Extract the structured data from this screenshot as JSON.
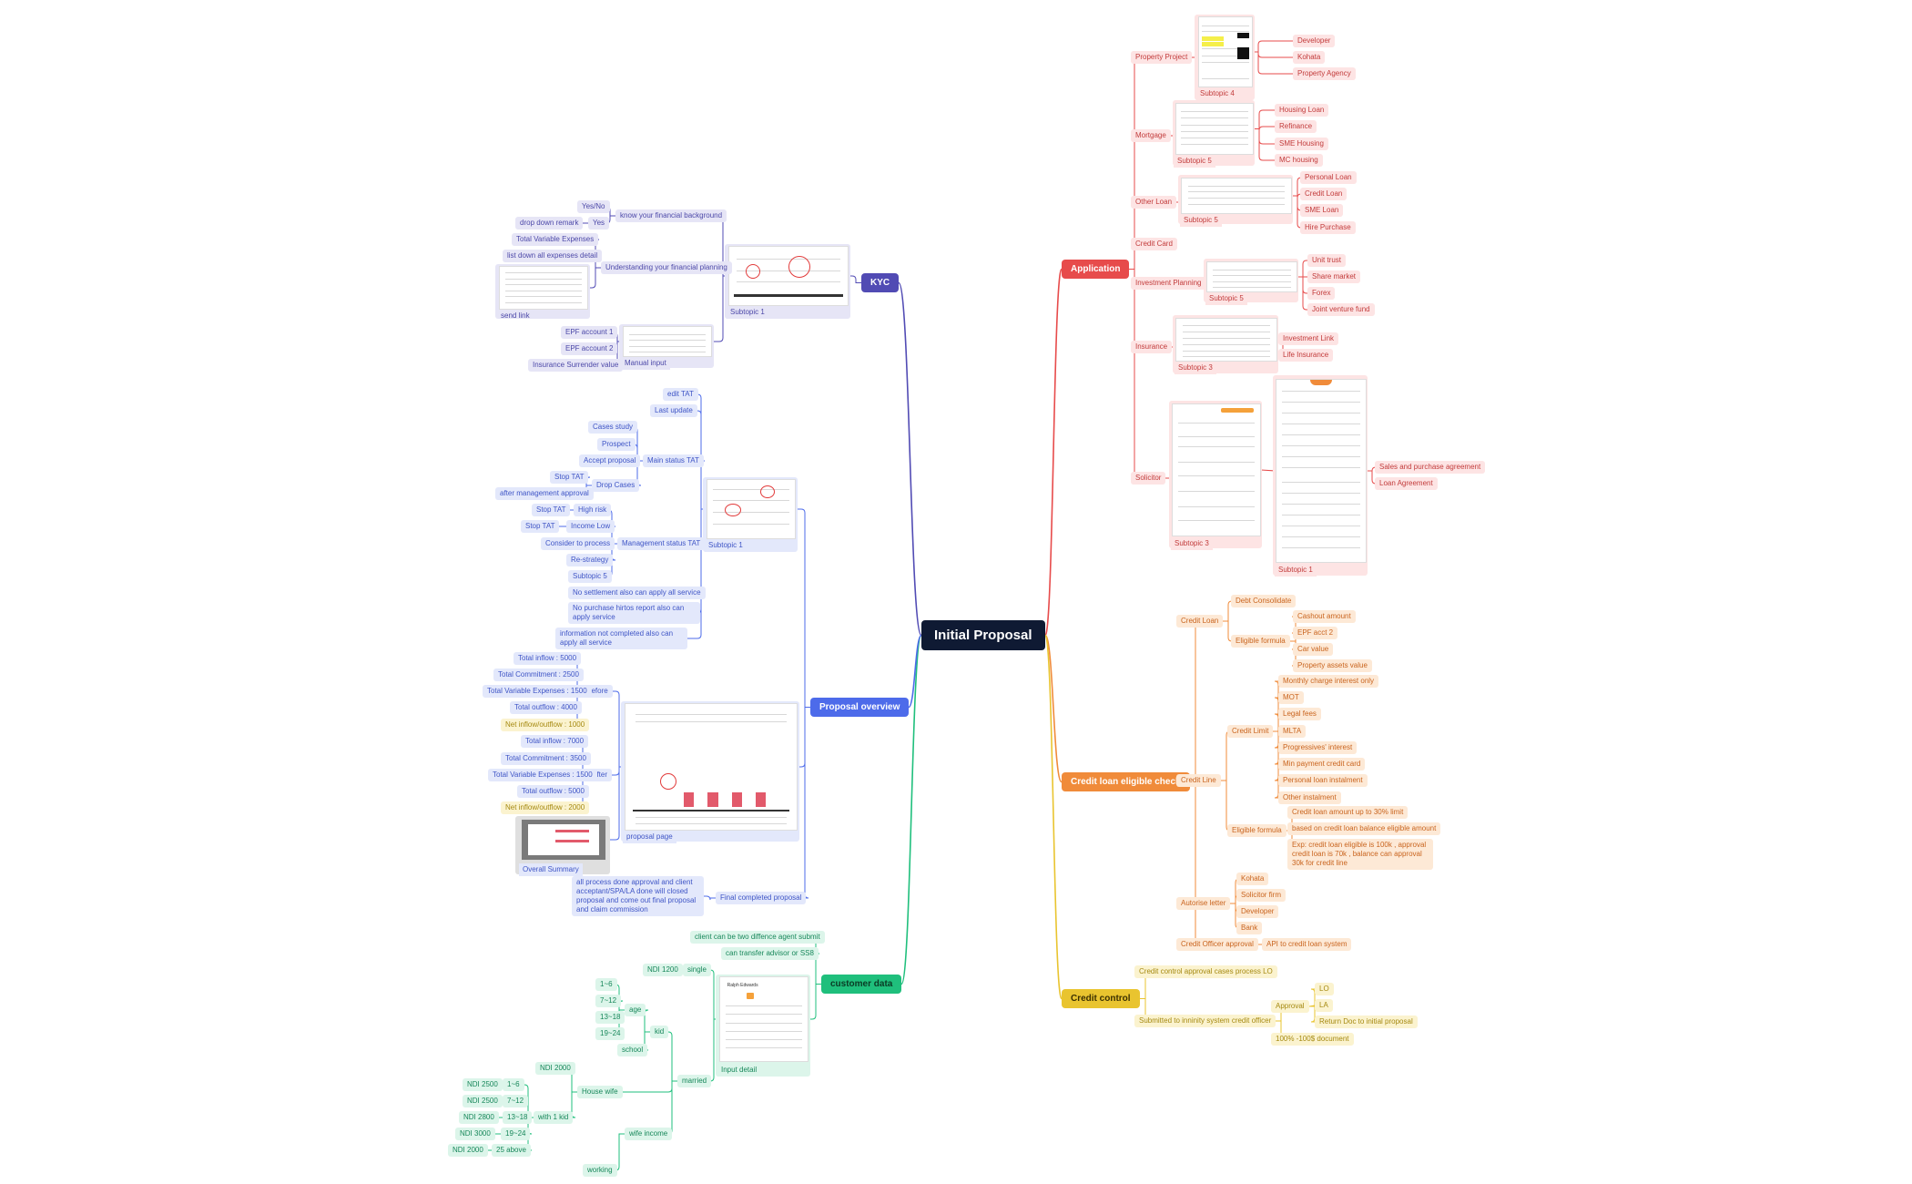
{
  "root": {
    "label": "Initial Proposal"
  },
  "colors": {
    "red": "#e74b4b",
    "orange": "#f08b3a",
    "yellow": "#e9c42f",
    "green": "#1fbf7c",
    "blue": "#4d6bea",
    "purple": "#514bb4",
    "root": "#0f1a33"
  },
  "application": {
    "label": "Application",
    "property_project": {
      "label": "Property Project",
      "caption": "Subtopic 4",
      "items": [
        "Developer",
        "Kohata",
        "Property Agency"
      ]
    },
    "mortgage": {
      "label": "Mortgage",
      "caption": "Subtopic 5",
      "items": [
        "Housing Loan",
        "Refinance",
        "SME Housing",
        "MC housing"
      ]
    },
    "other_loan": {
      "label": "Other Loan",
      "caption": "Subtopic 5",
      "items": [
        "Personal Loan",
        "Credit Loan",
        "SME Loan",
        "Hire Purchase"
      ]
    },
    "credit_card": {
      "label": "Credit Card"
    },
    "investment_planning": {
      "label": "Investment Planning",
      "caption": "Subtopic 5",
      "items": [
        "Unit trust",
        "Share market",
        "Forex",
        "Joint venture fund"
      ]
    },
    "insurance": {
      "label": "Insurance",
      "caption": "Subtopic 3",
      "items": [
        "Investment Link",
        "Life Insurance"
      ]
    },
    "solicitor": {
      "label": "Solicitor",
      "caption_left": "Subtopic 3",
      "caption_right": "Subtopic 1",
      "items": [
        "Sales and purchase agreement",
        "Loan Agreement"
      ]
    }
  },
  "credit_loan_check": {
    "label": "Credit loan eligible check",
    "credit_loan": {
      "label": "Credit Loan",
      "debt": "Debt Consolidate",
      "formula": "Eligible formula",
      "formula_items": [
        "Cashout amount",
        "EPF acct 2",
        "Car value",
        "Property assets value"
      ]
    },
    "credit_line": {
      "label": "Credit Line",
      "limit": "Credit Limit",
      "limit_items": [
        "Monthly charge interest only",
        "MOT",
        "Legal fees",
        "MLTA",
        "Progressives' interest",
        "Min payment credit card",
        "Personal loan instalment",
        "Other instalment"
      ],
      "formula": "Eligible formula",
      "formula_items": [
        "Credit loan amount up to 30% limit",
        "based on credit loan balance eligible amount",
        "Exp: credit loan eligible is 100k , approval credit loan is 70k , balance can approval 30k for credit line"
      ]
    },
    "autorise_letter": {
      "label": "Autorise letter",
      "items": [
        "Kohata",
        "Solicitor firm",
        "Developer",
        "Bank"
      ]
    },
    "credit_officer": {
      "label": "Credit Officer approval",
      "item": "API to credit loan system"
    }
  },
  "credit_control": {
    "label": "Credit control",
    "approval_lo": "Credit control approval cases process LO",
    "submitted": "Submitted to inninity system credit officer",
    "approval": "Approval",
    "approval_items": [
      "LO",
      "LA",
      "Return Doc to initial proposal"
    ],
    "document": "100% -100$ document"
  },
  "customer_data": {
    "label": "customer data",
    "agent": "client can be two diffence agent submit",
    "transfer": "can transfer advisor or SS8",
    "input_caption": "Input detail",
    "single": "single",
    "ndi_single": "NDI 1200",
    "married": "married",
    "kid": "kid",
    "age": "age",
    "ages": [
      "1~6",
      "7~12",
      "13~18",
      "19~24"
    ],
    "school": "school",
    "house_wife": "House wife",
    "ndi_hw": "NDI 2000",
    "with_kid": "with 1 kid",
    "kid_rows": [
      {
        "ndi": "NDI 2500",
        "age": "1~6"
      },
      {
        "ndi": "NDI 2500",
        "age": "7~12"
      },
      {
        "ndi": "NDI 2800",
        "age": "13~18"
      },
      {
        "ndi": "NDI 3000",
        "age": "19~24"
      },
      {
        "ndi": "NDI 2000",
        "age": "25 above"
      }
    ],
    "wife_income": "wife income",
    "working": "working",
    "profile_name": "Ralph Edwards"
  },
  "kyc": {
    "label": "KYC",
    "caption": "Subtopic 1",
    "know_bg": "know your financial background",
    "yes_no": "Yes/No",
    "yes": "Yes",
    "drop_remark": "drop down remark",
    "understanding": "Understanding your financial planning",
    "total_var": "Total Variable Expenses",
    "list_down": "list down all expenses detail",
    "send_link": "send link",
    "manual_input": "Manual input",
    "epf1": "EPF account 1",
    "epf2": "EPF account 2",
    "insurance_sv": "Insurance Surrender value"
  },
  "proposal_overview": {
    "label": "Proposal overview",
    "subtopic": "Subtopic 1",
    "edit_tat": "edit TAT",
    "last_update": "Last update",
    "main_status": "Main status TAT",
    "main_items": [
      "Cases study",
      "Prospect",
      "Accept proposal",
      "Drop Cases"
    ],
    "stop_tat": "Stop TAT",
    "after_mgmt": "after management approval",
    "mgmt_status": "Management status TAT",
    "high_risk": "High risk",
    "income_low": "Income Low",
    "consider": "Consider to process",
    "restrategy": "Re-strategy",
    "subtopic5": "Subtopic 5",
    "no_settlement": "No settlement also can apply all service",
    "no_purchase": "No purchase hirtos report also can apply service",
    "info_not": "information not completed also can apply all service",
    "before": "before",
    "before_items": [
      "Total inflow : 5000",
      "Total Commitment : 2500",
      "Total Variable Expenses : 1500",
      "Total outflow : 4000",
      "Net inflow/outflow : 1000"
    ],
    "after": "after",
    "after_items": [
      "Total inflow : 7000",
      "Total Commitment : 3500",
      "Total Variable Expenses : 1500",
      "Total outflow : 5000",
      "Net inflow/outflow : 2000"
    ],
    "proposal_page": "proposal page",
    "overall": "Overall Summary",
    "final": "Final completed proposal",
    "final_note": "all process done approval and client acceptant/SPA/LA done will closed proposal and come out final proposal and claim commission"
  }
}
